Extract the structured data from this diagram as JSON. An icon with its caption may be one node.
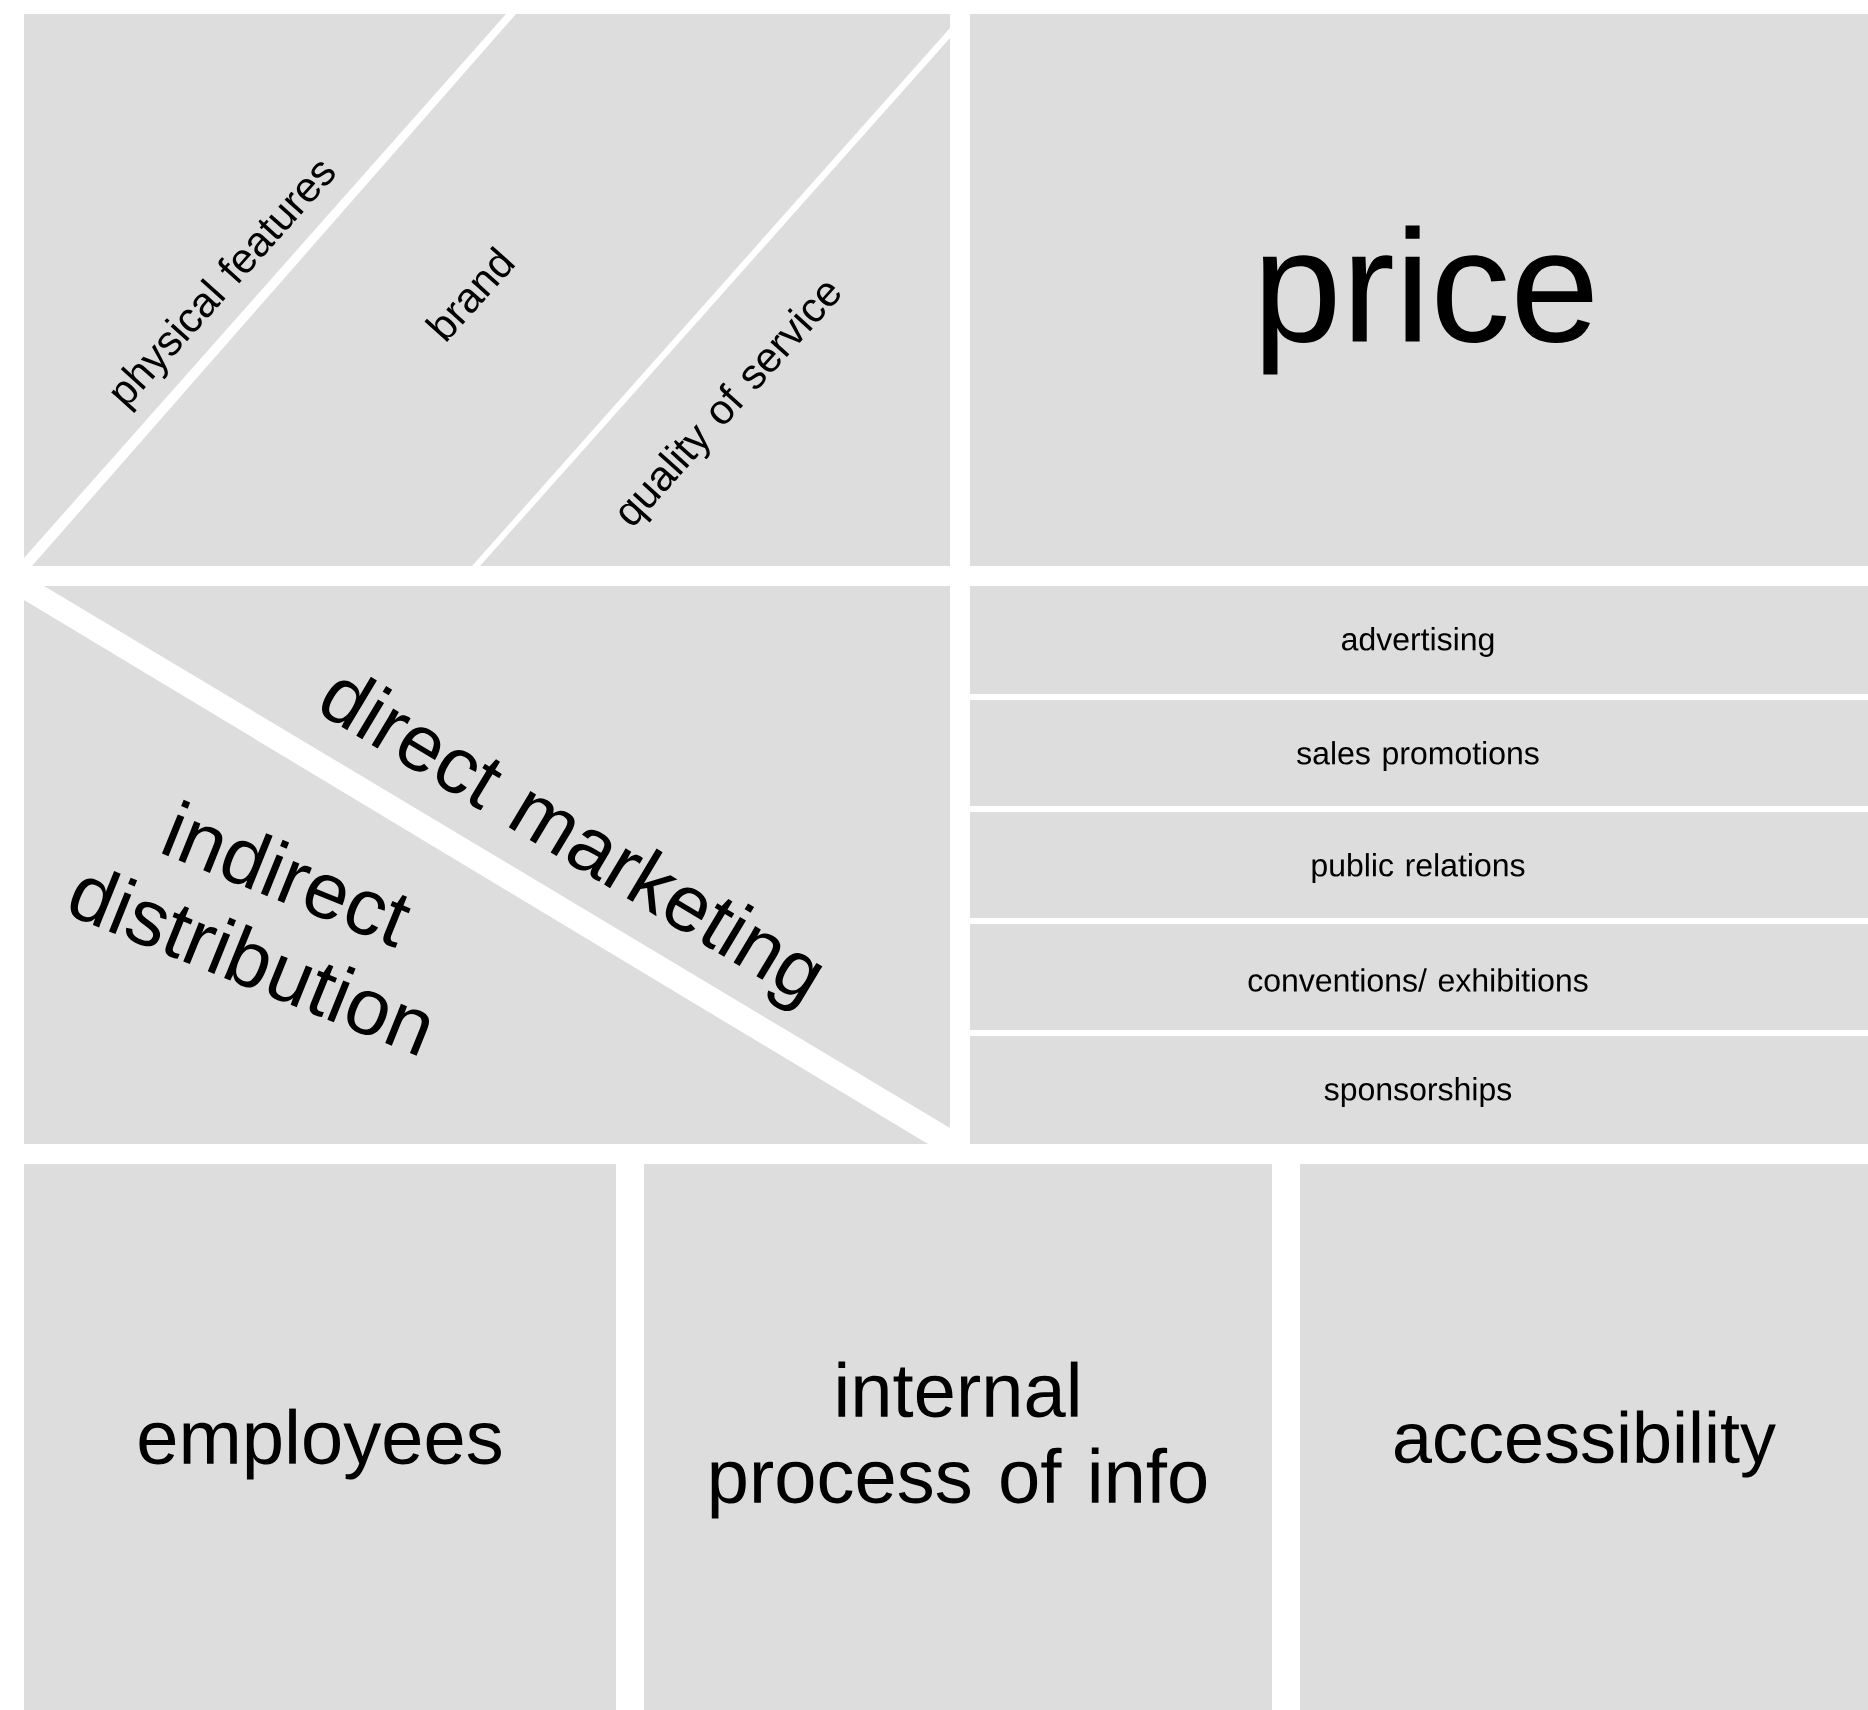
{
  "diagram": {
    "nodes": [
      {
        "text": [
          "physical features"
        ]
      },
      {
        "text": [
          "brand"
        ]
      },
      {
        "text": [
          "quality of service"
        ]
      },
      {
        "text": [
          "price"
        ]
      },
      {
        "text": [
          "direct marketing"
        ]
      },
      {
        "text": [
          "indirect distribution"
        ]
      },
      {
        "text": [
          "advertising"
        ]
      },
      {
        "text": [
          "sales promotions"
        ]
      },
      {
        "text": [
          "public relations"
        ]
      },
      {
        "text": [
          "conventions/ exhibitions"
        ]
      },
      {
        "text": [
          "sponsorships"
        ]
      },
      {
        "text": [
          "employees"
        ]
      },
      {
        "text": [
          "internal process of info"
        ]
      },
      {
        "text": [
          "accessibility"
        ]
      }
    ]
  }
}
